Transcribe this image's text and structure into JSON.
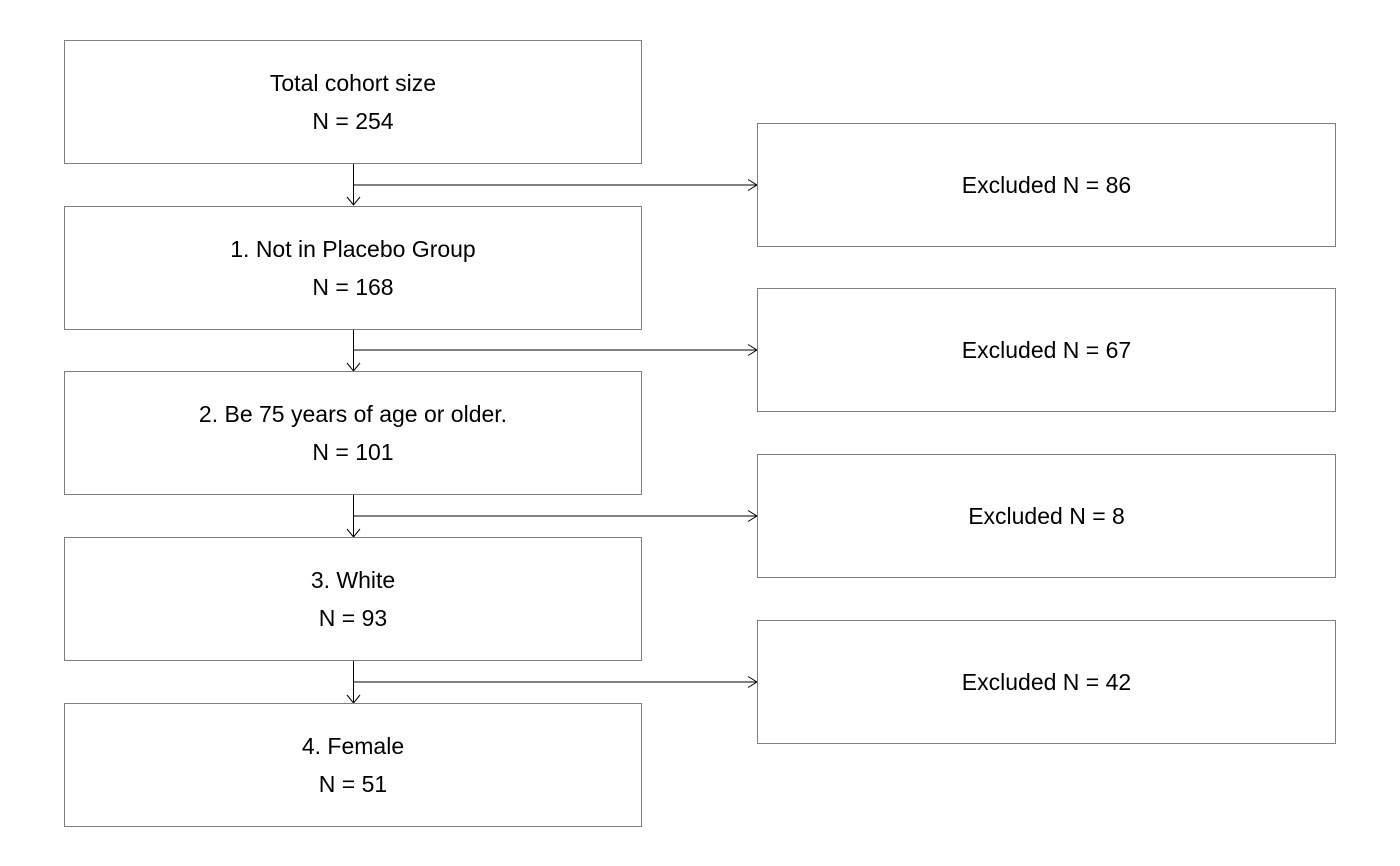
{
  "steps": [
    {
      "label": "Total cohort size",
      "count": "N = 254"
    },
    {
      "label": "1. Not in Placebo Group",
      "count": "N = 168"
    },
    {
      "label": "2. Be 75 years of age or older.",
      "count": "N = 101"
    },
    {
      "label": "3. White",
      "count": "N = 93"
    },
    {
      "label": "4. Female",
      "count": "N = 51"
    }
  ],
  "exclusions": [
    {
      "label": "Excluded N = 86"
    },
    {
      "label": "Excluded N = 67"
    },
    {
      "label": "Excluded N = 8"
    },
    {
      "label": "Excluded N = 42"
    }
  ]
}
